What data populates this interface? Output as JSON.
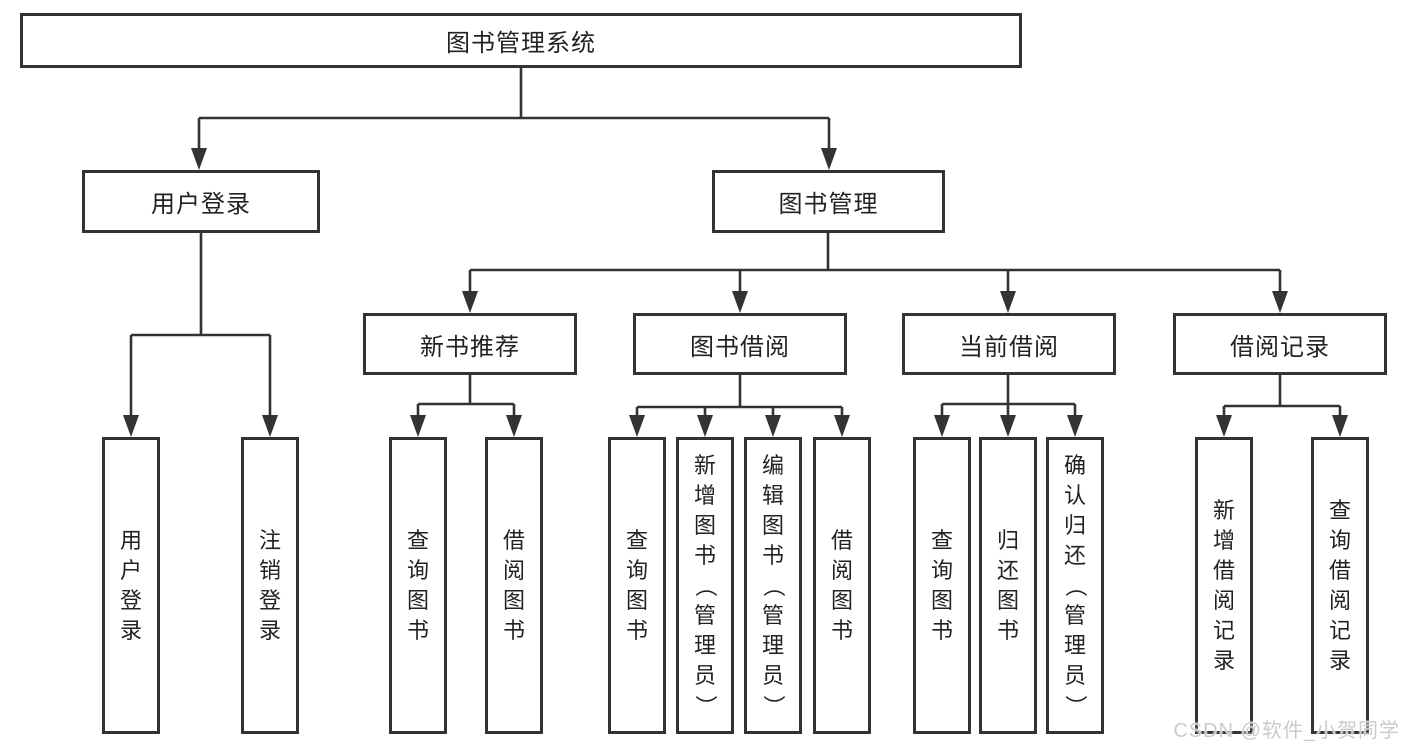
{
  "tree": {
    "label": "图书管理系统",
    "children": [
      {
        "label": "用户登录",
        "children": [
          {
            "label": "用户登录"
          },
          {
            "label": "注销登录"
          }
        ]
      },
      {
        "label": "图书管理",
        "children": [
          {
            "label": "新书推荐",
            "children": [
              {
                "label": "查询图书"
              },
              {
                "label": "借阅图书"
              }
            ]
          },
          {
            "label": "图书借阅",
            "children": [
              {
                "label": "查询图书"
              },
              {
                "label": "新增图书（管理员）"
              },
              {
                "label": "编辑图书（管理员）"
              },
              {
                "label": "借阅图书"
              }
            ]
          },
          {
            "label": "当前借阅",
            "children": [
              {
                "label": "查询图书"
              },
              {
                "label": "归还图书"
              },
              {
                "label": "确认归还（管理员）"
              }
            ]
          },
          {
            "label": "借阅记录",
            "children": [
              {
                "label": "新增借阅记录"
              },
              {
                "label": "查询借阅记录"
              }
            ]
          }
        ]
      }
    ]
  },
  "watermark": {
    "text": "CSDN @软件_小贺同学"
  },
  "colors": {
    "line": "#333333",
    "border": "#333333",
    "text": "#222222",
    "background": "#ffffff",
    "watermark": "#cbcbcb"
  }
}
